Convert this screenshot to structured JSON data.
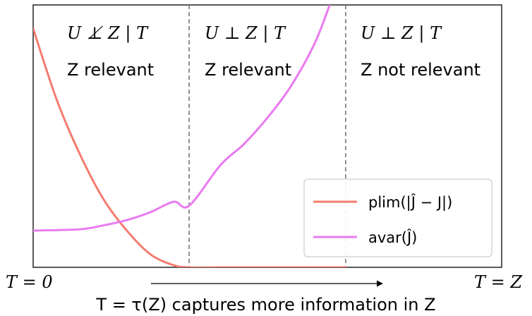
{
  "chart_data": {
    "type": "line",
    "title": "",
    "xlabel": "T = τ(Z) captures more information in Z",
    "ylabel": "",
    "x_start_label": "T = 0",
    "x_end_label": "T = Z",
    "xlim": [
      0,
      1
    ],
    "ylim": [
      0,
      1
    ],
    "grid": false,
    "legend_position": "lower-right",
    "region_boundaries": [
      0.333,
      0.667
    ],
    "regions": [
      {
        "independence": "U ⊥̸ Z | T",
        "relevance": "Z relevant"
      },
      {
        "independence": "U ⊥ Z | T",
        "relevance": "Z relevant"
      },
      {
        "independence": "U ⊥ Z | T",
        "relevance": "Z not relevant"
      }
    ],
    "series": [
      {
        "name": "plim(|Ĵ − J|)",
        "color": "#f47c6f",
        "x": [
          0,
          0.05,
          0.1,
          0.15,
          0.2,
          0.25,
          0.3,
          0.333,
          0.4,
          0.5,
          0.6,
          0.667
        ],
        "y": [
          0.91,
          0.64,
          0.43,
          0.26,
          0.14,
          0.05,
          0.008,
          0,
          0,
          0,
          0,
          0
        ]
      },
      {
        "name": "avar(Ĵ)",
        "color": "#e97af0",
        "x": [
          0,
          0.1,
          0.15,
          0.2,
          0.25,
          0.3,
          0.333,
          0.4,
          0.45,
          0.5,
          0.55,
          0.6,
          0.633
        ],
        "y": [
          0.14,
          0.145,
          0.16,
          0.18,
          0.21,
          0.25,
          0.235,
          0.39,
          0.47,
          0.57,
          0.69,
          0.85,
          1.0
        ]
      }
    ]
  }
}
